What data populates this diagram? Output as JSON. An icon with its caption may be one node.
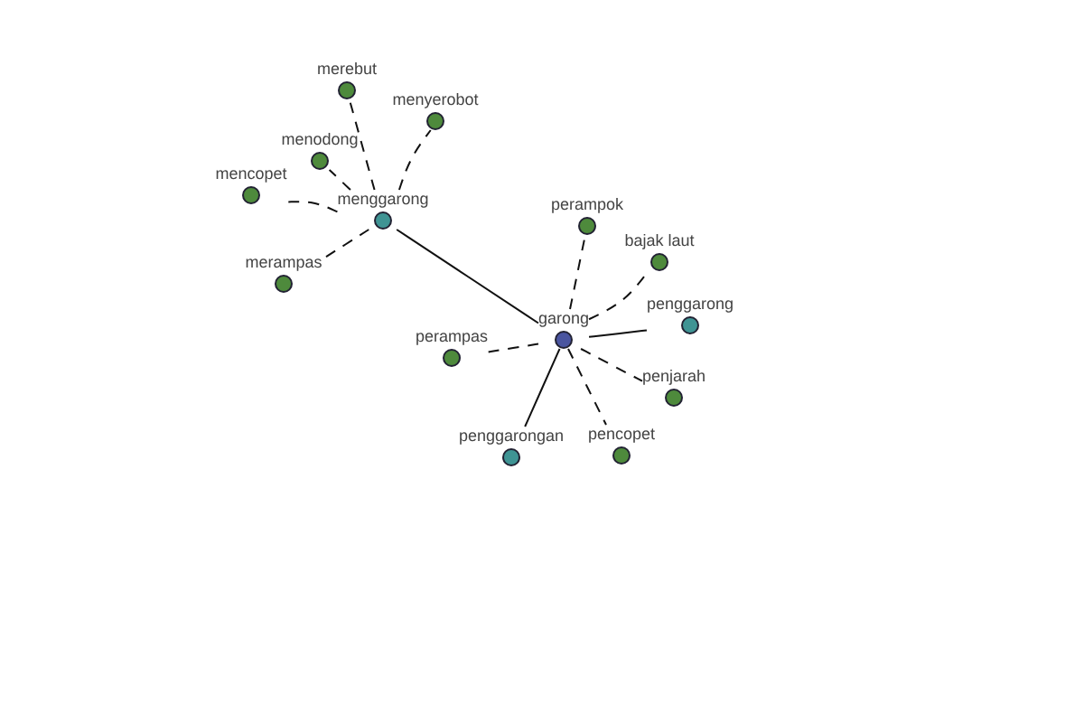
{
  "diagram": {
    "nodes": [
      {
        "text": [
          "garong"
        ]
      },
      {
        "text": [
          "menggarong"
        ]
      },
      {
        "text": [
          "penggarong"
        ]
      },
      {
        "text": [
          "penggarongan"
        ]
      },
      {
        "text": [
          "merebut"
        ]
      },
      {
        "text": [
          "menyerobot"
        ]
      },
      {
        "text": [
          "menodong"
        ]
      },
      {
        "text": [
          "mencopet"
        ]
      },
      {
        "text": [
          "merampas"
        ]
      },
      {
        "text": [
          "perampok"
        ]
      },
      {
        "text": [
          "bajak laut"
        ]
      },
      {
        "text": [
          "perampas"
        ]
      },
      {
        "text": [
          "penjarah"
        ]
      },
      {
        "text": [
          "pencopet"
        ]
      }
    ],
    "edges": [
      {
        "from": 0,
        "to": 1,
        "arrow": "none"
      },
      {
        "from": 0,
        "to": 2,
        "arrow": "none"
      },
      {
        "from": 0,
        "to": 3,
        "arrow": "none"
      },
      {
        "from": 1,
        "to": 4,
        "arrow": "none",
        "style": "dashed"
      },
      {
        "from": 1,
        "to": 5,
        "arrow": "none",
        "style": "dashed"
      },
      {
        "from": 1,
        "to": 6,
        "arrow": "none",
        "style": "dashed"
      },
      {
        "from": 1,
        "to": 7,
        "arrow": "none",
        "style": "dashed"
      },
      {
        "from": 1,
        "to": 8,
        "arrow": "none",
        "style": "dashed"
      },
      {
        "from": 0,
        "to": 9,
        "arrow": "none",
        "style": "dashed"
      },
      {
        "from": 0,
        "to": 10,
        "arrow": "none",
        "style": "dashed"
      },
      {
        "from": 0,
        "to": 11,
        "arrow": "none",
        "style": "dashed"
      },
      {
        "from": 0,
        "to": 12,
        "arrow": "none",
        "style": "dashed"
      },
      {
        "from": 0,
        "to": 13,
        "arrow": "none",
        "style": "dashed"
      }
    ]
  }
}
